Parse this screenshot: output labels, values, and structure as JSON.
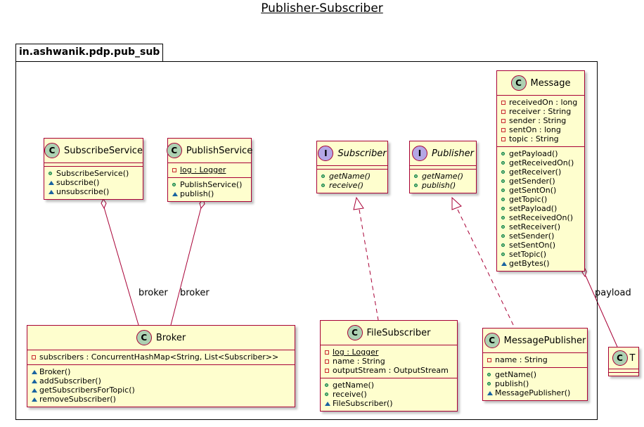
{
  "title": "Publisher-Subscriber",
  "package": "in.ashwanik.pdp.pub_sub",
  "classes": {
    "subscribe_service": {
      "kind": "C",
      "name": "SubscribeService",
      "fields": [],
      "methods": [
        {
          "vis": "public",
          "text": "SubscribeService()"
        },
        {
          "vis": "package",
          "text": "subscribe()"
        },
        {
          "vis": "package",
          "text": "unsubscribe()"
        }
      ]
    },
    "publish_service": {
      "kind": "C",
      "name": "PublishService",
      "fields": [
        {
          "vis": "private",
          "text": "log : Logger",
          "static": true
        }
      ],
      "methods": [
        {
          "vis": "public",
          "text": "PublishService()"
        },
        {
          "vis": "package",
          "text": "publish()"
        }
      ]
    },
    "subscriber": {
      "kind": "I",
      "name": "Subscriber",
      "fields": [],
      "methods": [
        {
          "vis": "public",
          "text": "getName()"
        },
        {
          "vis": "public",
          "text": "receive()"
        }
      ]
    },
    "publisher": {
      "kind": "I",
      "name": "Publisher",
      "fields": [],
      "methods": [
        {
          "vis": "public",
          "text": "getName()"
        },
        {
          "vis": "public",
          "text": "publish()"
        }
      ]
    },
    "message": {
      "kind": "C",
      "name": "Message",
      "fields": [
        {
          "vis": "private",
          "text": "receivedOn : long"
        },
        {
          "vis": "private",
          "text": "receiver : String"
        },
        {
          "vis": "private",
          "text": "sender : String"
        },
        {
          "vis": "private",
          "text": "sentOn : long"
        },
        {
          "vis": "private",
          "text": "topic : String"
        }
      ],
      "methods": [
        {
          "vis": "public",
          "text": "getPayload()"
        },
        {
          "vis": "public",
          "text": "getReceivedOn()"
        },
        {
          "vis": "public",
          "text": "getReceiver()"
        },
        {
          "vis": "public",
          "text": "getSender()"
        },
        {
          "vis": "public",
          "text": "getSentOn()"
        },
        {
          "vis": "public",
          "text": "getTopic()"
        },
        {
          "vis": "public",
          "text": "setPayload()"
        },
        {
          "vis": "public",
          "text": "setReceivedOn()"
        },
        {
          "vis": "public",
          "text": "setReceiver()"
        },
        {
          "vis": "public",
          "text": "setSender()"
        },
        {
          "vis": "public",
          "text": "setSentOn()"
        },
        {
          "vis": "public",
          "text": "setTopic()"
        },
        {
          "vis": "package",
          "text": "getBytes()"
        }
      ]
    },
    "broker": {
      "kind": "C",
      "name": "Broker",
      "fields": [
        {
          "vis": "private",
          "text": "subscribers : ConcurrentHashMap<String, List<Subscriber>>"
        }
      ],
      "methods": [
        {
          "vis": "package",
          "text": "Broker()"
        },
        {
          "vis": "package",
          "text": "addSubscriber()"
        },
        {
          "vis": "package",
          "text": "getSubscribersForTopic()"
        },
        {
          "vis": "package",
          "text": "removeSubscriber()"
        }
      ]
    },
    "file_subscriber": {
      "kind": "C",
      "name": "FileSubscriber",
      "fields": [
        {
          "vis": "private",
          "text": "log : Logger",
          "static": true
        },
        {
          "vis": "private",
          "text": "name : String"
        },
        {
          "vis": "private",
          "text": "outputStream : OutputStream"
        }
      ],
      "methods": [
        {
          "vis": "public",
          "text": "getName()"
        },
        {
          "vis": "public",
          "text": "receive()"
        },
        {
          "vis": "package",
          "text": "FileSubscriber()"
        }
      ]
    },
    "message_publisher": {
      "kind": "C",
      "name": "MessagePublisher",
      "fields": [
        {
          "vis": "private",
          "text": "name : String"
        }
      ],
      "methods": [
        {
          "vis": "public",
          "text": "getName()"
        },
        {
          "vis": "public",
          "text": "publish()"
        },
        {
          "vis": "package",
          "text": "MessagePublisher()"
        }
      ]
    },
    "t": {
      "kind": "C",
      "name": "T",
      "fields": [],
      "methods": []
    }
  },
  "edge_labels": {
    "subscribe_broker": "broker",
    "publish_broker": "broker",
    "message_payload": "payload"
  },
  "colors": {
    "class_fill": "#fefece",
    "class_border": "#a80036",
    "class_circle": "#add1b2",
    "interface_circle": "#b4a7e5"
  }
}
